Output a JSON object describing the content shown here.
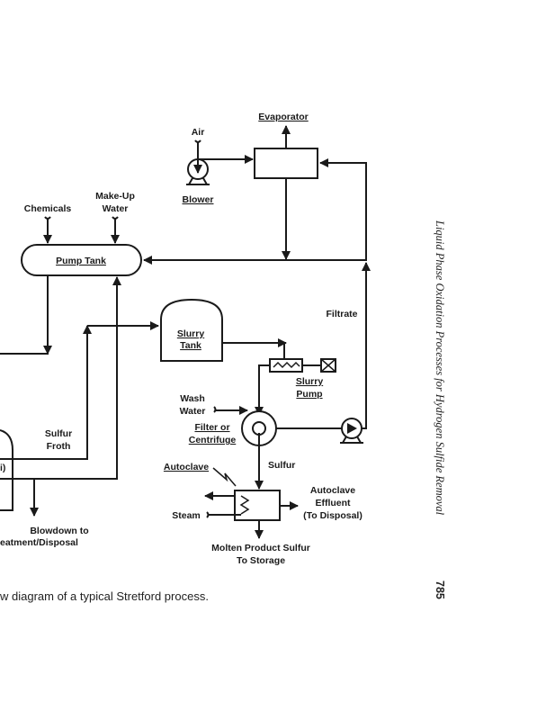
{
  "labels": {
    "evaporator": "Evaporator",
    "air": "Air",
    "blower": "Blower",
    "chemicals": "Chemicals",
    "makeup_water_1": "Make-Up",
    "makeup_water_2": "Water",
    "pump_tank": "Pump Tank",
    "slurry_tank_1": "Slurry",
    "slurry_tank_2": "Tank",
    "slurry_pump_1": "Slurry",
    "slurry_pump_2": "Pump",
    "filtrate": "Filtrate",
    "wash_water_1": "Wash",
    "wash_water_2": "Water",
    "filter_1": "Filter or",
    "filter_2": "Centrifuge",
    "sulfur": "Sulfur",
    "sulfur_froth_1": "Sulfur",
    "sulfur_froth_2": "Froth",
    "oxidizer_partial": "i)",
    "autoclave": "Autoclave",
    "steam": "Steam",
    "autoclave_effluent_1": "Autoclave",
    "autoclave_effluent_2": "Effluent",
    "autoclave_effluent_3": "(To Disposal)",
    "molten_1": "Molten Product Sulfur",
    "molten_2": "To Storage",
    "blowdown_1": "Blowdown to",
    "blowdown_2": "eatment/Disposal"
  },
  "caption": "w diagram of a typical Stretford process.",
  "running_head": "Liquid Phase Oxidation Processes for Hydrogen Sulfide Removal",
  "page_number": "785"
}
